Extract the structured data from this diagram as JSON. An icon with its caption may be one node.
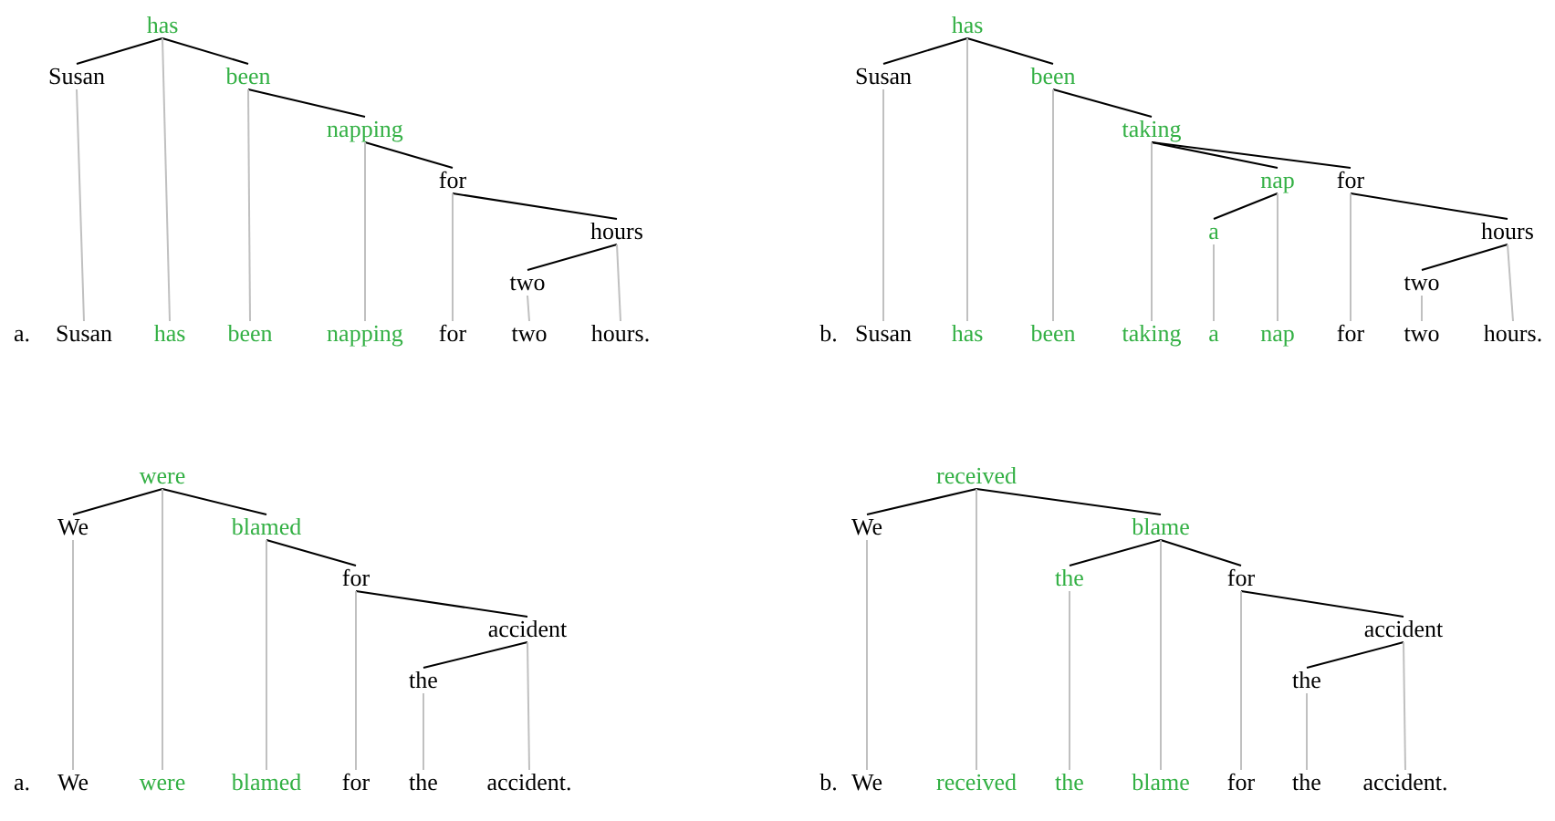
{
  "diagram": {
    "nodes": [
      {
        "text": [
          "has"
        ]
      },
      {
        "text": [
          "Susan"
        ]
      },
      {
        "text": [
          "been"
        ]
      },
      {
        "text": [
          "napping"
        ]
      },
      {
        "text": [
          "for"
        ]
      },
      {
        "text": [
          "hours"
        ]
      },
      {
        "text": [
          "two"
        ]
      },
      {
        "text": [
          "Susan"
        ]
      },
      {
        "text": [
          "has"
        ]
      },
      {
        "text": [
          "been"
        ]
      },
      {
        "text": [
          "napping"
        ]
      },
      {
        "text": [
          "for"
        ]
      },
      {
        "text": [
          "two"
        ]
      },
      {
        "text": [
          "hours."
        ]
      },
      {
        "text": [
          "has"
        ]
      },
      {
        "text": [
          "Susan"
        ]
      },
      {
        "text": [
          "been"
        ]
      },
      {
        "text": [
          "taking"
        ]
      },
      {
        "text": [
          "nap"
        ]
      },
      {
        "text": [
          "for"
        ]
      },
      {
        "text": [
          "a"
        ]
      },
      {
        "text": [
          "hours"
        ]
      },
      {
        "text": [
          "two"
        ]
      },
      {
        "text": [
          "Susan"
        ]
      },
      {
        "text": [
          "has"
        ]
      },
      {
        "text": [
          "been"
        ]
      },
      {
        "text": [
          "taking"
        ]
      },
      {
        "text": [
          "a"
        ]
      },
      {
        "text": [
          "nap"
        ]
      },
      {
        "text": [
          "for"
        ]
      },
      {
        "text": [
          "two"
        ]
      },
      {
        "text": [
          "hours."
        ]
      },
      {
        "text": [
          "were"
        ]
      },
      {
        "text": [
          "We"
        ]
      },
      {
        "text": [
          "blamed"
        ]
      },
      {
        "text": [
          "for"
        ]
      },
      {
        "text": [
          "accident"
        ]
      },
      {
        "text": [
          "the"
        ]
      },
      {
        "text": [
          "We"
        ]
      },
      {
        "text": [
          "were"
        ]
      },
      {
        "text": [
          "blamed"
        ]
      },
      {
        "text": [
          "for"
        ]
      },
      {
        "text": [
          "the"
        ]
      },
      {
        "text": [
          "accident."
        ]
      },
      {
        "text": [
          "received"
        ]
      },
      {
        "text": [
          "We"
        ]
      },
      {
        "text": [
          "blame"
        ]
      },
      {
        "text": [
          "the"
        ]
      },
      {
        "text": [
          "for"
        ]
      },
      {
        "text": [
          "accident"
        ]
      },
      {
        "text": [
          "the"
        ]
      },
      {
        "text": [
          "We"
        ]
      },
      {
        "text": [
          "received"
        ]
      },
      {
        "text": [
          "the"
        ]
      },
      {
        "text": [
          "blame"
        ]
      },
      {
        "text": [
          "for"
        ]
      },
      {
        "text": [
          "the"
        ]
      },
      {
        "text": [
          "accident."
        ]
      }
    ],
    "edges": [
      {
        "from": 0,
        "to": 1,
        "arrow": "none",
        "color": "#000000"
      },
      {
        "from": 0,
        "to": 2,
        "arrow": "none",
        "color": "#000000"
      },
      {
        "from": 2,
        "to": 3,
        "arrow": "none",
        "color": "#000000"
      },
      {
        "from": 3,
        "to": 4,
        "arrow": "none",
        "color": "#000000"
      },
      {
        "from": 4,
        "to": 5,
        "arrow": "none",
        "color": "#000000"
      },
      {
        "from": 5,
        "to": 6,
        "arrow": "none",
        "color": "#000000"
      },
      {
        "from": 1,
        "to": 7,
        "arrow": "none"
      },
      {
        "from": 0,
        "to": 8,
        "arrow": "none"
      },
      {
        "from": 2,
        "to": 9,
        "arrow": "none"
      },
      {
        "from": 3,
        "to": 10,
        "arrow": "none"
      },
      {
        "from": 4,
        "to": 11,
        "arrow": "none"
      },
      {
        "from": 6,
        "to": 12,
        "arrow": "none"
      },
      {
        "from": 5,
        "to": 13,
        "arrow": "none"
      },
      {
        "from": 14,
        "to": 15,
        "arrow": "none",
        "color": "#000000"
      },
      {
        "from": 14,
        "to": 16,
        "arrow": "none",
        "color": "#000000"
      },
      {
        "from": 16,
        "to": 17,
        "arrow": "none",
        "color": "#000000"
      },
      {
        "from": 17,
        "to": 18,
        "arrow": "none",
        "color": "#000000"
      },
      {
        "from": 17,
        "to": 19,
        "arrow": "none",
        "color": "#000000"
      },
      {
        "from": 18,
        "to": 20,
        "arrow": "none",
        "color": "#000000"
      },
      {
        "from": 19,
        "to": 21,
        "arrow": "none",
        "color": "#000000"
      },
      {
        "from": 21,
        "to": 22,
        "arrow": "none",
        "color": "#000000"
      },
      {
        "from": 15,
        "to": 23,
        "arrow": "none"
      },
      {
        "from": 14,
        "to": 24,
        "arrow": "none"
      },
      {
        "from": 16,
        "to": 25,
        "arrow": "none"
      },
      {
        "from": 17,
        "to": 26,
        "arrow": "none"
      },
      {
        "from": 20,
        "to": 27,
        "arrow": "none"
      },
      {
        "from": 18,
        "to": 28,
        "arrow": "none"
      },
      {
        "from": 19,
        "to": 29,
        "arrow": "none"
      },
      {
        "from": 22,
        "to": 30,
        "arrow": "none"
      },
      {
        "from": 21,
        "to": 31,
        "arrow": "none"
      },
      {
        "from": 32,
        "to": 33,
        "arrow": "none",
        "color": "#000000"
      },
      {
        "from": 32,
        "to": 34,
        "arrow": "none",
        "color": "#000000"
      },
      {
        "from": 34,
        "to": 35,
        "arrow": "none",
        "color": "#000000"
      },
      {
        "from": 35,
        "to": 36,
        "arrow": "none",
        "color": "#000000"
      },
      {
        "from": 36,
        "to": 37,
        "arrow": "none",
        "color": "#000000"
      },
      {
        "from": 33,
        "to": 38,
        "arrow": "none"
      },
      {
        "from": 32,
        "to": 39,
        "arrow": "none"
      },
      {
        "from": 34,
        "to": 40,
        "arrow": "none"
      },
      {
        "from": 35,
        "to": 41,
        "arrow": "none"
      },
      {
        "from": 37,
        "to": 42,
        "arrow": "none"
      },
      {
        "from": 36,
        "to": 43,
        "arrow": "none"
      },
      {
        "from": 44,
        "to": 45,
        "arrow": "none",
        "color": "#000000"
      },
      {
        "from": 44,
        "to": 46,
        "arrow": "none",
        "color": "#000000"
      },
      {
        "from": 46,
        "to": 47,
        "arrow": "none",
        "color": "#000000"
      },
      {
        "from": 46,
        "to": 48,
        "arrow": "none",
        "color": "#000000"
      },
      {
        "from": 48,
        "to": 49,
        "arrow": "none",
        "color": "#000000"
      },
      {
        "from": 49,
        "to": 50,
        "arrow": "none",
        "color": "#000000"
      },
      {
        "from": 45,
        "to": 51,
        "arrow": "none"
      },
      {
        "from": 44,
        "to": 52,
        "arrow": "none"
      },
      {
        "from": 47,
        "to": 53,
        "arrow": "none"
      },
      {
        "from": 46,
        "to": 54,
        "arrow": "none"
      },
      {
        "from": 48,
        "to": 55,
        "arrow": "none"
      },
      {
        "from": 50,
        "to": 56,
        "arrow": "none"
      },
      {
        "from": 49,
        "to": 57,
        "arrow": "none"
      }
    ],
    "labels": [
      "a.",
      "b.",
      "a.",
      "b."
    ]
  }
}
